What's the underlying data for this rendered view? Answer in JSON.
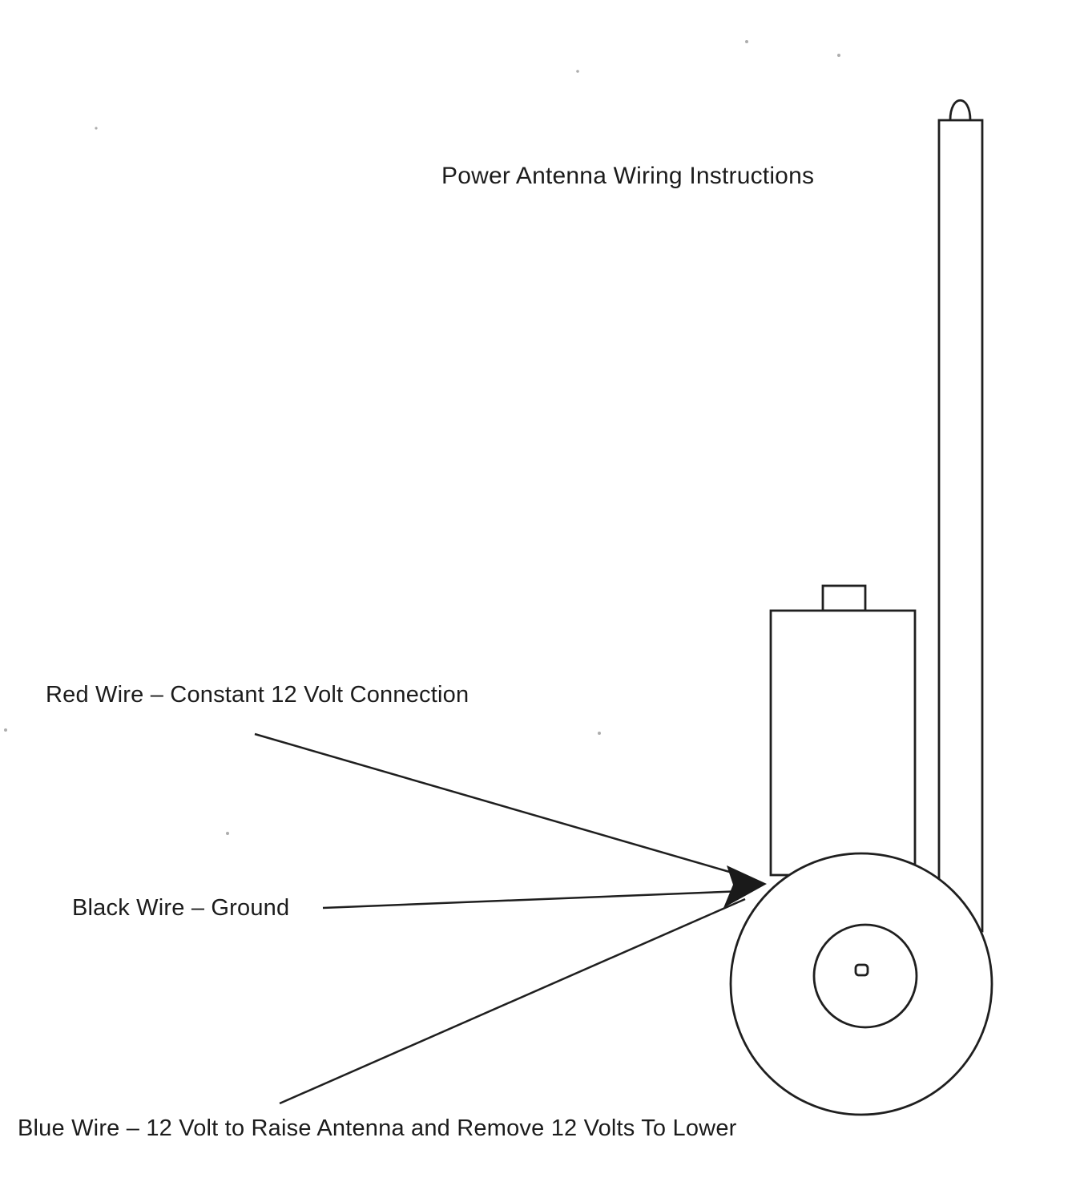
{
  "page": {
    "title": "Power Antenna Wiring Instructions",
    "background_color": "#ffffff",
    "ink_color": "#1f1f1f"
  },
  "labels": {
    "red_wire": "Red Wire – Constant 12 Volt Connection",
    "black_wire": "Black Wire – Ground",
    "blue_wire": "Blue Wire – 12 Volt to Raise Antenna and Remove 12 Volts To Lower"
  },
  "diagram": {
    "parts": [
      "antenna-mast",
      "antenna-tip-loop",
      "motor-housing",
      "housing-top-tab",
      "cable-drum-outer-circle",
      "cable-drum-inner-circle",
      "drum-center-hub",
      "wire-connection-arrowhead",
      "red-wire-leader-line",
      "black-wire-leader-line",
      "blue-wire-leader-line"
    ]
  }
}
